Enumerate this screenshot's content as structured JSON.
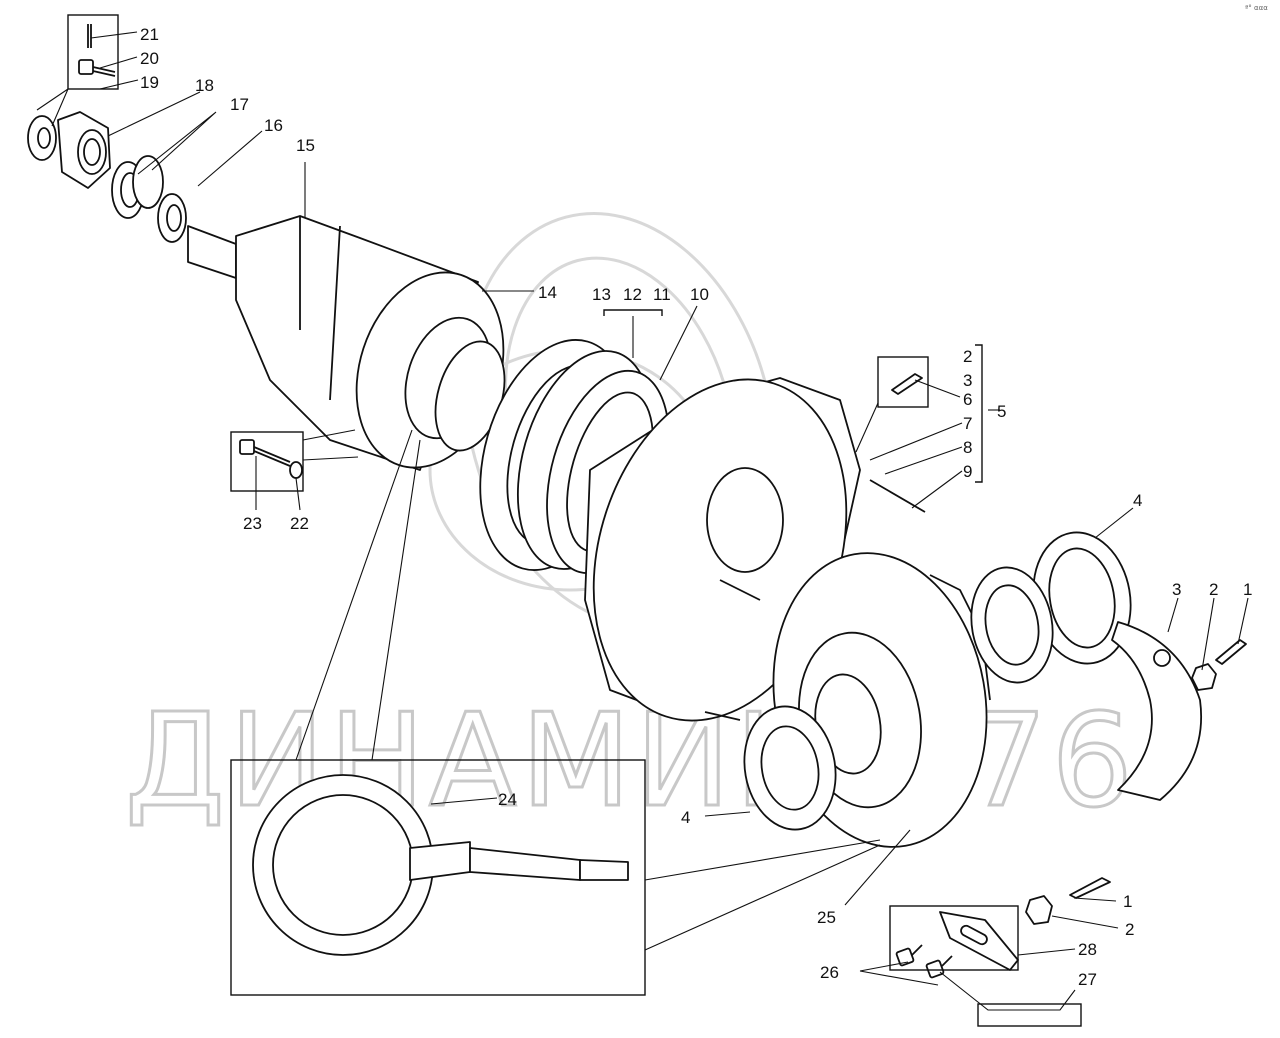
{
  "watermark": "ДИНАМИКА 76",
  "corner_mark": "ª° ααα",
  "callouts": [
    {
      "id": "c21",
      "text": "21"
    },
    {
      "id": "c20",
      "text": "20"
    },
    {
      "id": "c19",
      "text": "19"
    },
    {
      "id": "c18",
      "text": "18"
    },
    {
      "id": "c17",
      "text": "17"
    },
    {
      "id": "c16",
      "text": "16"
    },
    {
      "id": "c15",
      "text": "15"
    },
    {
      "id": "c14",
      "text": "14"
    },
    {
      "id": "c13",
      "text": "13"
    },
    {
      "id": "c12",
      "text": "12"
    },
    {
      "id": "c11",
      "text": "11"
    },
    {
      "id": "c10",
      "text": "10"
    },
    {
      "id": "c2a",
      "text": "2"
    },
    {
      "id": "c3a",
      "text": "3"
    },
    {
      "id": "c6",
      "text": "6"
    },
    {
      "id": "c5",
      "text": "5"
    },
    {
      "id": "c7",
      "text": "7"
    },
    {
      "id": "c8",
      "text": "8"
    },
    {
      "id": "c9",
      "text": "9"
    },
    {
      "id": "c4a",
      "text": "4"
    },
    {
      "id": "c3b",
      "text": "3"
    },
    {
      "id": "c2b",
      "text": "2"
    },
    {
      "id": "c1a",
      "text": "1"
    },
    {
      "id": "c23",
      "text": "23"
    },
    {
      "id": "c22",
      "text": "22"
    },
    {
      "id": "c24",
      "text": "24"
    },
    {
      "id": "c4b",
      "text": "4"
    },
    {
      "id": "c25",
      "text": "25"
    },
    {
      "id": "c1b",
      "text": "1"
    },
    {
      "id": "c2c",
      "text": "2"
    },
    {
      "id": "c28",
      "text": "28"
    },
    {
      "id": "c26",
      "text": "26"
    },
    {
      "id": "c27",
      "text": "27"
    }
  ]
}
